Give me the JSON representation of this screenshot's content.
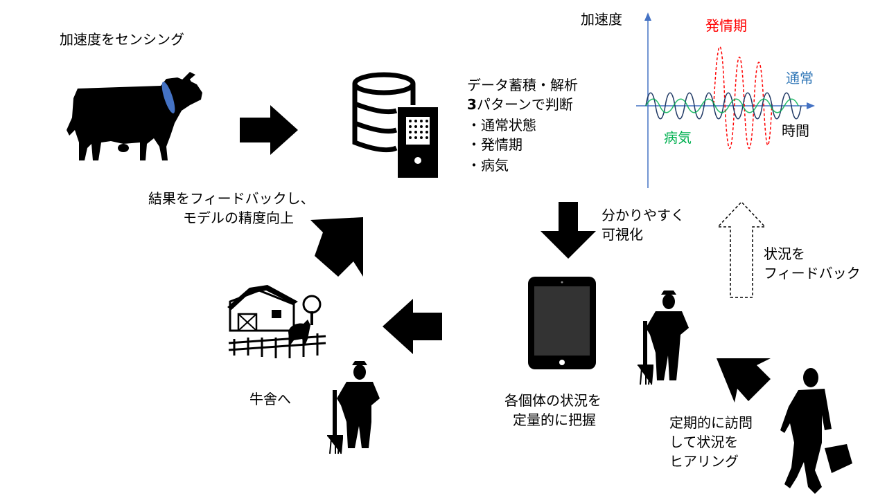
{
  "sensing_label": "加速度をセンシング",
  "analysis": {
    "line1": "データ蓄積・解析",
    "line2_bold": "3",
    "line2_rest": "パターンで判断",
    "items": [
      "・通常状態",
      "・発情期",
      "・病気"
    ]
  },
  "graph": {
    "ylabel": "加速度",
    "xlabel": "時間",
    "series": [
      {
        "name": "発情期",
        "color": "#ff0000"
      },
      {
        "name": "通常",
        "color": "#2e75b6"
      },
      {
        "name": "病気",
        "color": "#00b050"
      }
    ]
  },
  "visualize_label": [
    "分かりやすく",
    "可視化"
  ],
  "field_feedback_label": [
    "状況を",
    "フィードバック"
  ],
  "grasp_label": [
    "各個体の状況を",
    "定量的に把握"
  ],
  "visit_label": [
    "定期的に訪問",
    "して状況を",
    "ヒアリング"
  ],
  "model_feedback_label": [
    "結果をフィードバックし、",
    "モデルの精度向上"
  ],
  "barn_label": "牛舎へ"
}
